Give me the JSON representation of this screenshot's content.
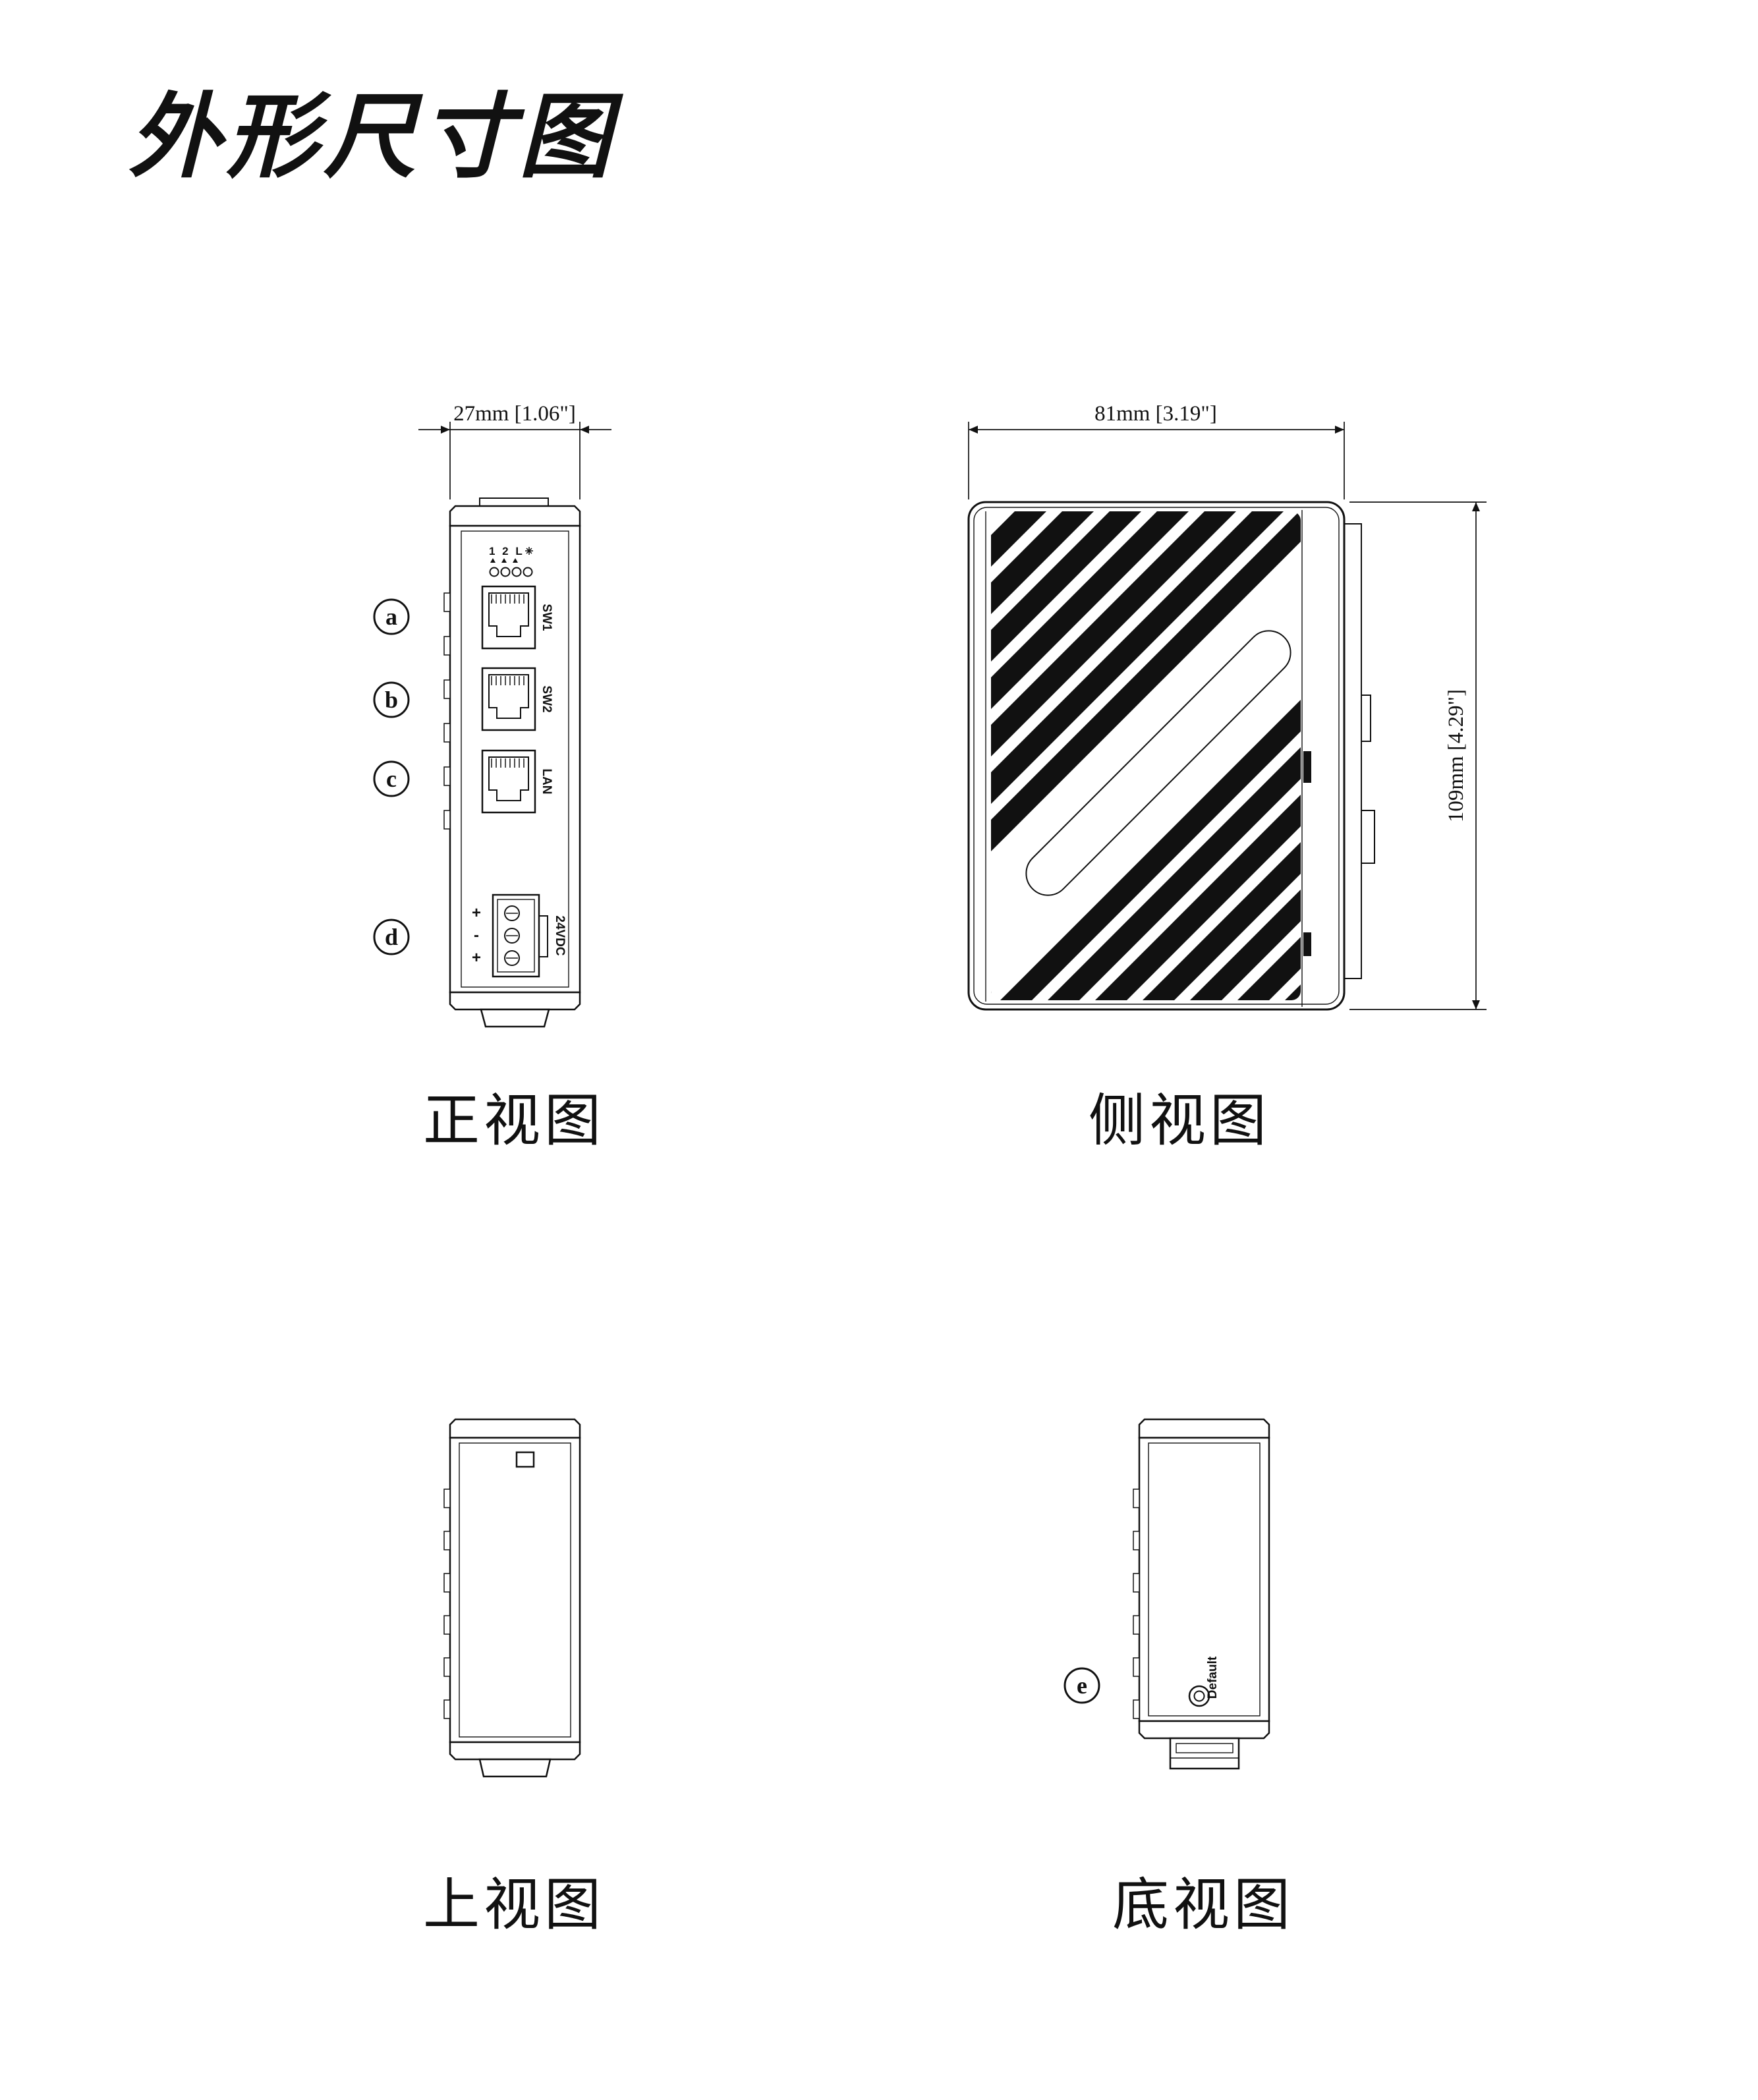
{
  "page": {
    "title": "外形尺寸图"
  },
  "front": {
    "caption": "正视图",
    "width_dim": "27mm [1.06\"]",
    "led_label": "1 2 L",
    "ports": [
      "SW1",
      "SW2",
      "LAN"
    ],
    "callouts": [
      "a",
      "b",
      "c",
      "d"
    ],
    "power": {
      "label": "24VDC",
      "polarity": [
        "+",
        "-",
        "+"
      ]
    }
  },
  "side": {
    "caption": "侧视图",
    "width_dim": "81mm [3.19\"]",
    "height_dim": "109mm [4.29\"]"
  },
  "top": {
    "caption": "上视图"
  },
  "bottom": {
    "caption": "底视图",
    "callout": "e",
    "button_label": "Default"
  }
}
